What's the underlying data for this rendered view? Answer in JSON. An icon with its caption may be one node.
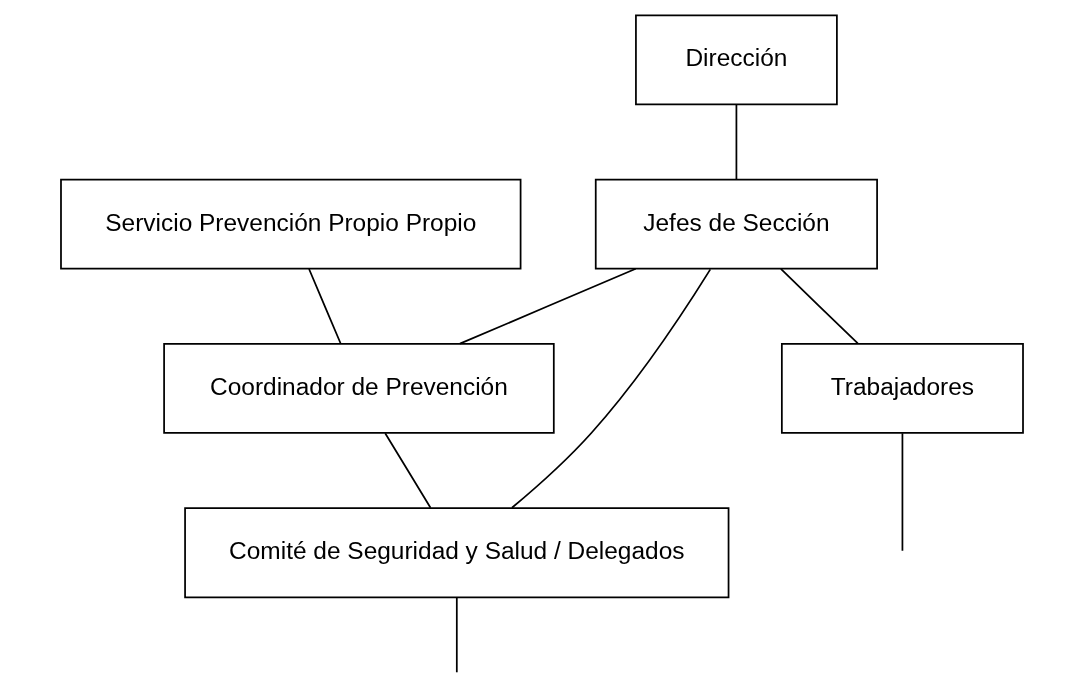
{
  "diagram": {
    "nodes": [
      {
        "text": [
          "Servicio Prevención Propio Propio"
        ]
      },
      {
        "text": [
          "Dirección"
        ]
      },
      {
        "text": [
          "Coordinador de Prevención"
        ]
      },
      {
        "text": [
          "Jefes de Sección"
        ]
      },
      {
        "text": [
          "Comité de Seguridad y Salud / Delegados"
        ]
      },
      {
        "text": [
          "Trabajadores"
        ]
      }
    ],
    "edges": [
      {
        "from": 0,
        "to": 2,
        "arrow": "none"
      },
      {
        "from": 1,
        "to": 3,
        "arrow": "none"
      },
      {
        "from": 2,
        "to": 4,
        "arrow": "none"
      },
      {
        "from": 3,
        "to": 2,
        "arrow": "none"
      },
      {
        "from": 3,
        "to": 4,
        "arrow": "none"
      },
      {
        "from": 3,
        "to": 5,
        "arrow": "none"
      },
      {
        "from": 5,
        "to": null,
        "arrow": "none"
      },
      {
        "from": 4,
        "to": null,
        "arrow": "none"
      }
    ]
  }
}
